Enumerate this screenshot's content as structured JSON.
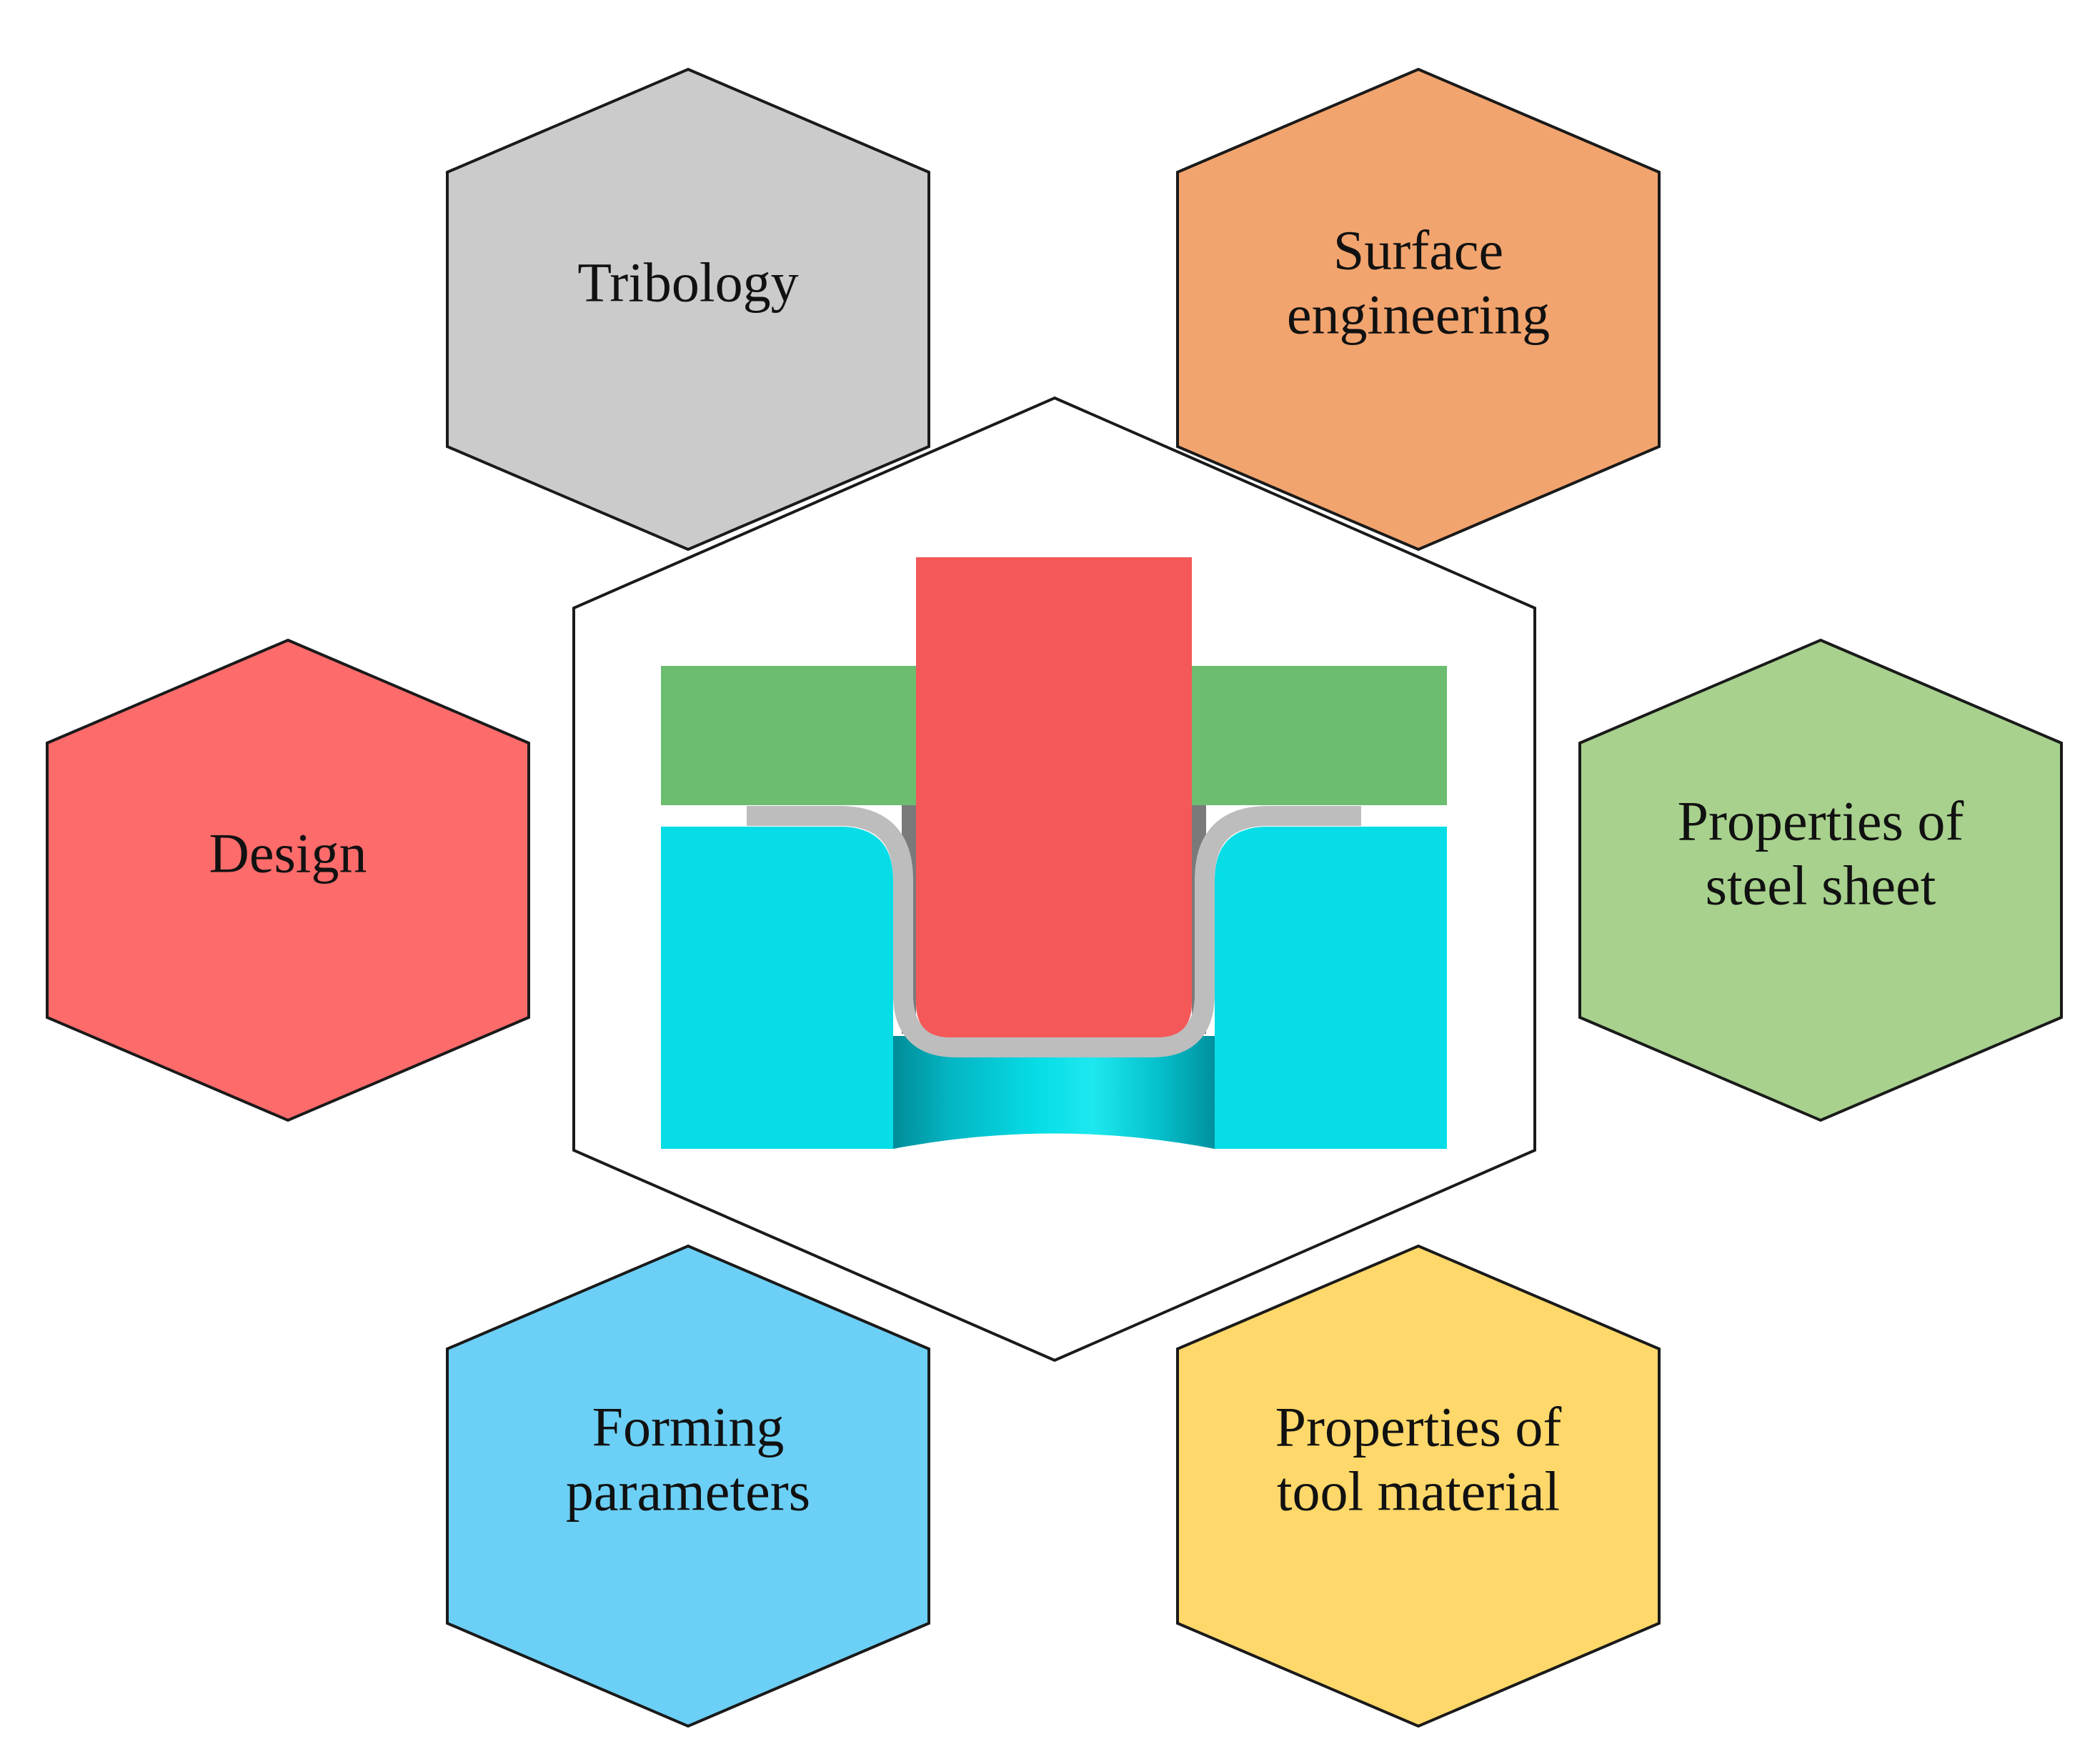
{
  "diagram": {
    "center_hex": {
      "fill": "#ffffff",
      "name": "center-hex"
    },
    "factors": [
      {
        "id": "tribology",
        "lines": [
          "Tribology"
        ],
        "fill": "#cbcbcb"
      },
      {
        "id": "surface-engineering",
        "lines": [
          "Surface",
          "engineering"
        ],
        "fill": "#f2a46e"
      },
      {
        "id": "design",
        "lines": [
          "Design"
        ],
        "fill": "#fe6b6b"
      },
      {
        "id": "properties-of-steel-sheet",
        "lines": [
          "Properties of",
          "steel sheet"
        ],
        "fill": "#a7d18d"
      },
      {
        "id": "forming-parameters",
        "lines": [
          "Forming",
          "parameters"
        ],
        "fill": "#6ccff5"
      },
      {
        "id": "properties-of-tool-material",
        "lines": [
          "Properties of",
          "tool material"
        ],
        "fill": "#fed86a"
      }
    ],
    "illustration": {
      "punch_color": "#f45858",
      "blankholder_color": "#6cbd70",
      "die_color": "#06dde6",
      "die_shadow_color": "#0095a3",
      "sheet_color": "#bdbdbd"
    }
  }
}
